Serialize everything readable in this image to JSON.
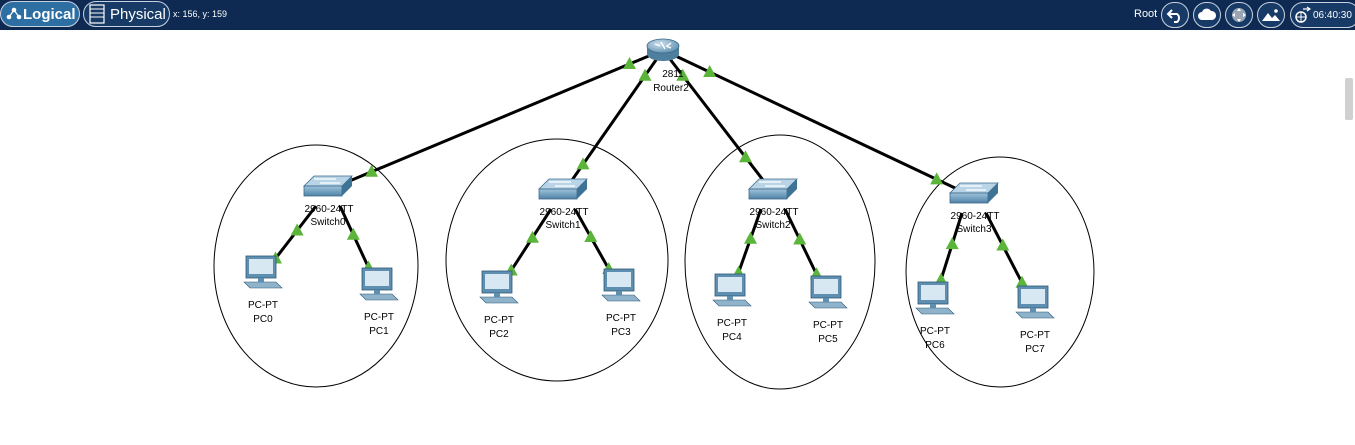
{
  "toolbar": {
    "logical_label": "Logical",
    "physical_label": "Physical",
    "coords": "x: 156, y: 159",
    "root_label": "Root",
    "time": "06:40:30"
  },
  "devices": {
    "router": {
      "model": "2811",
      "name": "Router2"
    },
    "switches": [
      {
        "model": "2960-24TT",
        "name": "Switch0"
      },
      {
        "model": "2960-24TT",
        "name": "Switch1"
      },
      {
        "model": "2960-24TT",
        "name": "Switch2"
      },
      {
        "model": "2960-24TT",
        "name": "Switch3"
      }
    ],
    "pcs": [
      {
        "model": "PC-PT",
        "name": "PC0"
      },
      {
        "model": "PC-PT",
        "name": "PC1"
      },
      {
        "model": "PC-PT",
        "name": "PC2"
      },
      {
        "model": "PC-PT",
        "name": "PC3"
      },
      {
        "model": "PC-PT",
        "name": "PC4"
      },
      {
        "model": "PC-PT",
        "name": "PC5"
      },
      {
        "model": "PC-PT",
        "name": "PC6"
      },
      {
        "model": "PC-PT",
        "name": "PC7"
      }
    ]
  },
  "colors": {
    "topbar": "#0e2a52",
    "active_mode": "#2d6fa3",
    "link_indicator": "#5bb53b",
    "device": "#5e8fb0"
  },
  "icons": [
    "network-icon",
    "server-rack-icon",
    "undo-icon",
    "cloud-icon",
    "move-icon",
    "image-icon",
    "gear-icon"
  ]
}
